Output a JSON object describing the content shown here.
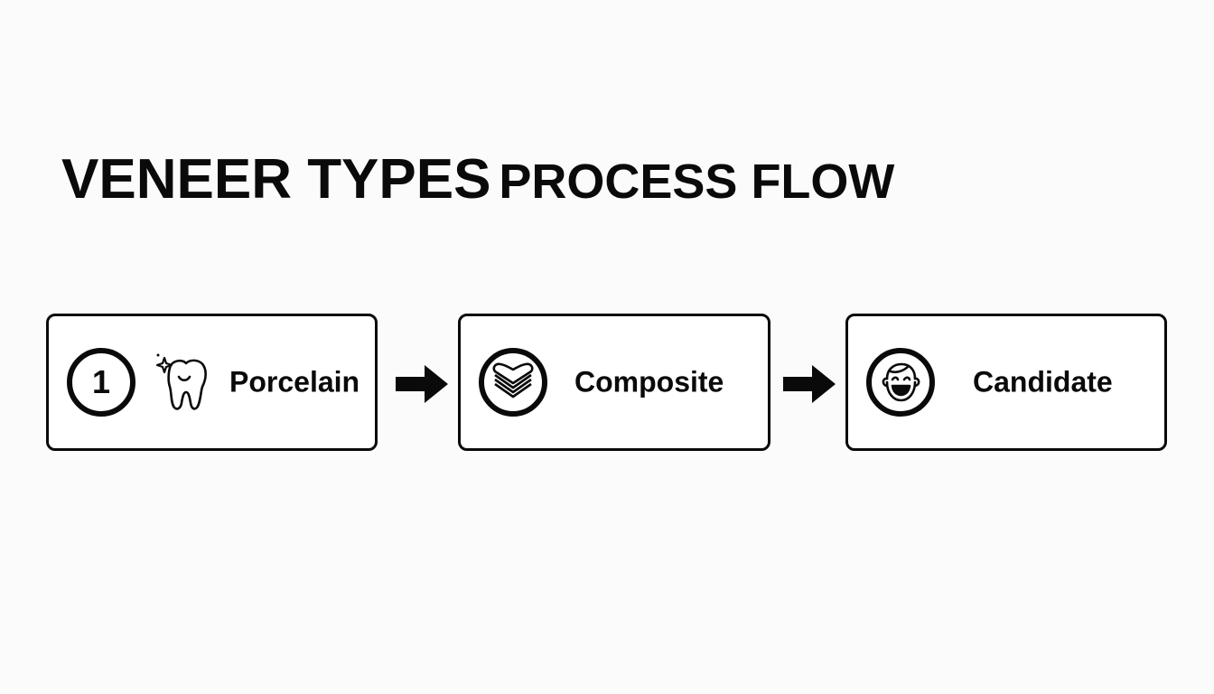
{
  "title": {
    "part1": "VENEER TYPES",
    "part2": "PROCESS FLOW"
  },
  "steps": [
    {
      "number": "1",
      "icon": "tooth-sparkle-icon",
      "label": "Porcelain"
    },
    {
      "icon": "layered-heart-icon",
      "label": "Composite"
    },
    {
      "icon": "smiling-face-icon",
      "label": "Candidate"
    }
  ],
  "connectors": [
    {
      "icon": "arrow-right-icon"
    },
    {
      "icon": "arrow-right-icon"
    }
  ],
  "colors": {
    "stroke": "#0a0a0a",
    "background": "#fbfbfb",
    "box": "#ffffff"
  }
}
